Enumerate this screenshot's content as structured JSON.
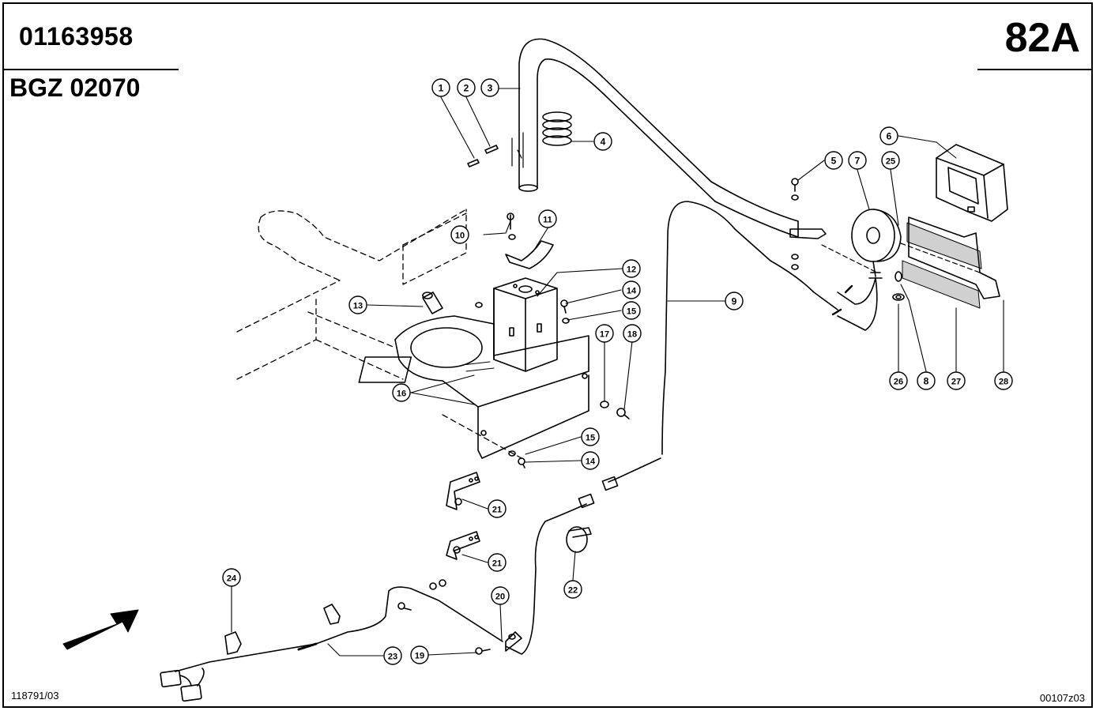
{
  "header": {
    "part_number": "01163958",
    "group_code": "BGZ 02070",
    "page": "82A"
  },
  "footer": {
    "drawing_ref": "118791/03",
    "file_ref": "00107z03"
  },
  "callouts": [
    "1",
    "2",
    "3",
    "4",
    "5",
    "6",
    "7",
    "8",
    "9",
    "10",
    "11",
    "12",
    "13",
    "14",
    "15",
    "16",
    "17",
    "18",
    "19",
    "20",
    "21",
    "22",
    "23",
    "24",
    "25",
    "26",
    "27",
    "28"
  ],
  "icons": {
    "direction_arrow": "arrow-icon"
  }
}
